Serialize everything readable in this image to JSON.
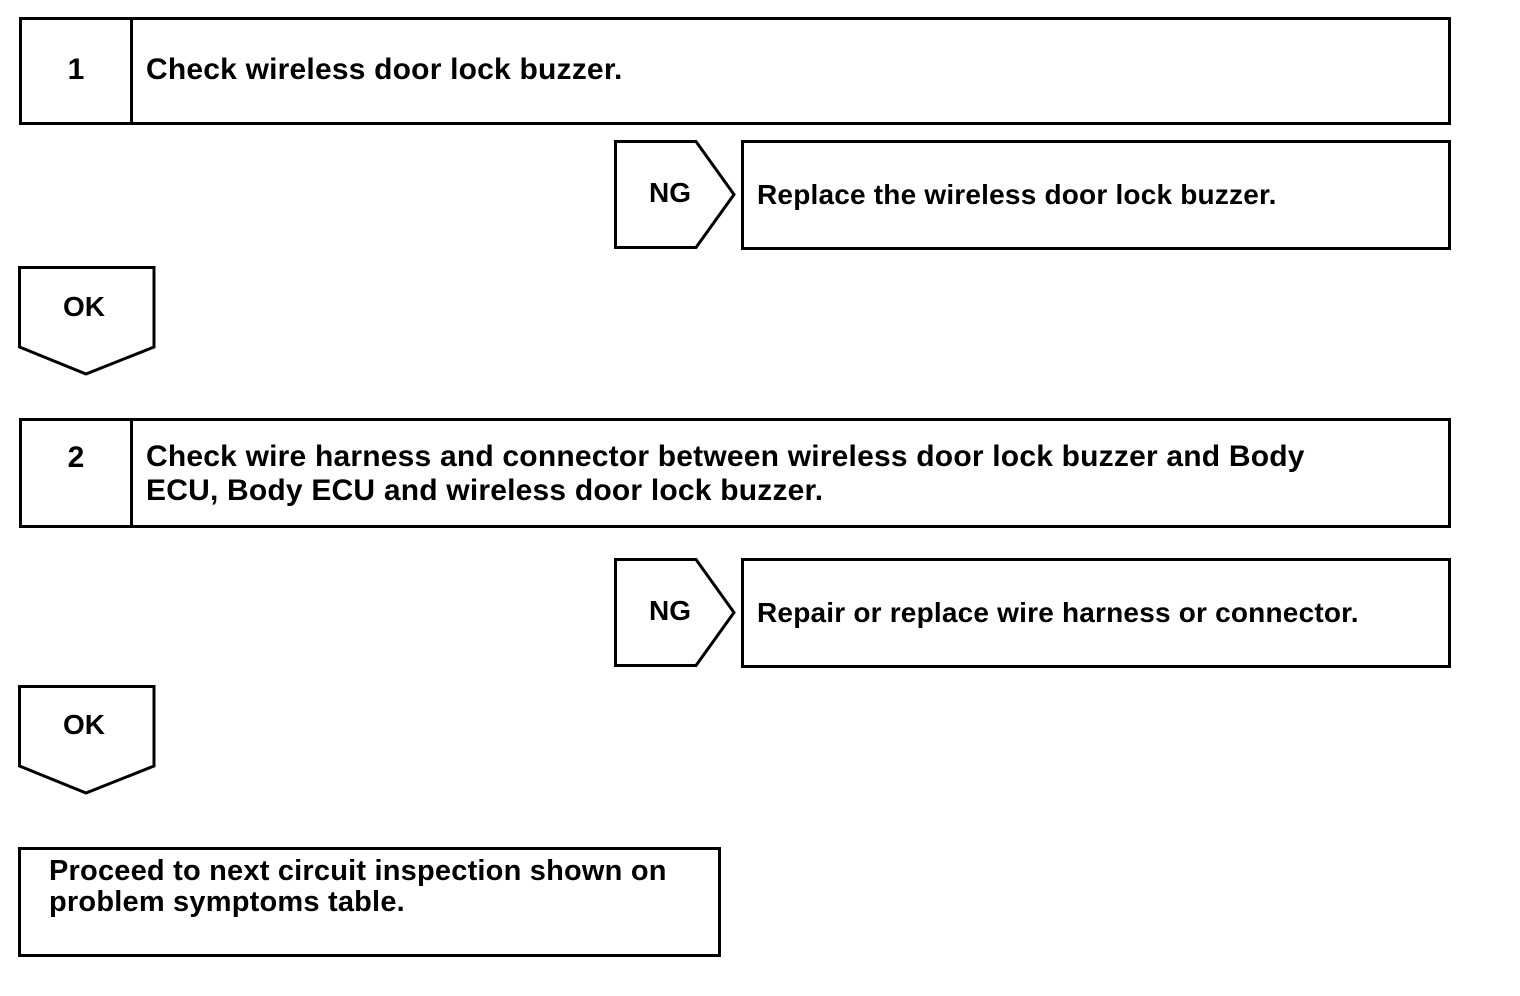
{
  "steps": [
    {
      "number": "1",
      "text": "Check wireless door lock buzzer.",
      "ng_label": "NG",
      "ng_action": "Replace the wireless door lock buzzer.",
      "ok_label": "OK"
    },
    {
      "number": "2",
      "text_line1": "Check wire harness and connector between wireless door lock buzzer and Body",
      "text_line2": "ECU, Body ECU and wireless door lock buzzer.",
      "ng_label": "NG",
      "ng_action": "Repair or replace wire harness or connector.",
      "ok_label": "OK"
    }
  ],
  "final": {
    "line1": "Proceed to next circuit inspection shown on",
    "line2": "problem symptoms table."
  }
}
